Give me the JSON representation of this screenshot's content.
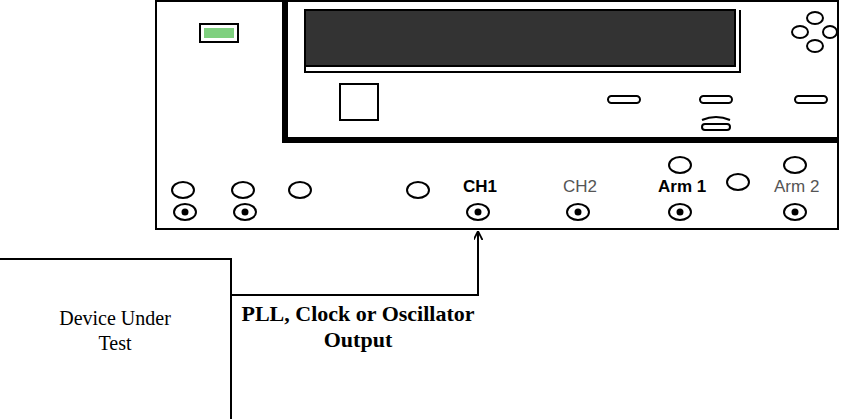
{
  "diagram": {
    "nodes": [
      {
        "text": [
          "CH1",
          "CH2",
          "Arm 1",
          "Arm 2"
        ]
      },
      {
        "text": [
          "Device Under Test"
        ]
      }
    ],
    "edges": [
      {
        "from": 1,
        "to": 0,
        "arrow": "to",
        "label": "PLL, Clock or Oscillator Output"
      }
    ]
  }
}
